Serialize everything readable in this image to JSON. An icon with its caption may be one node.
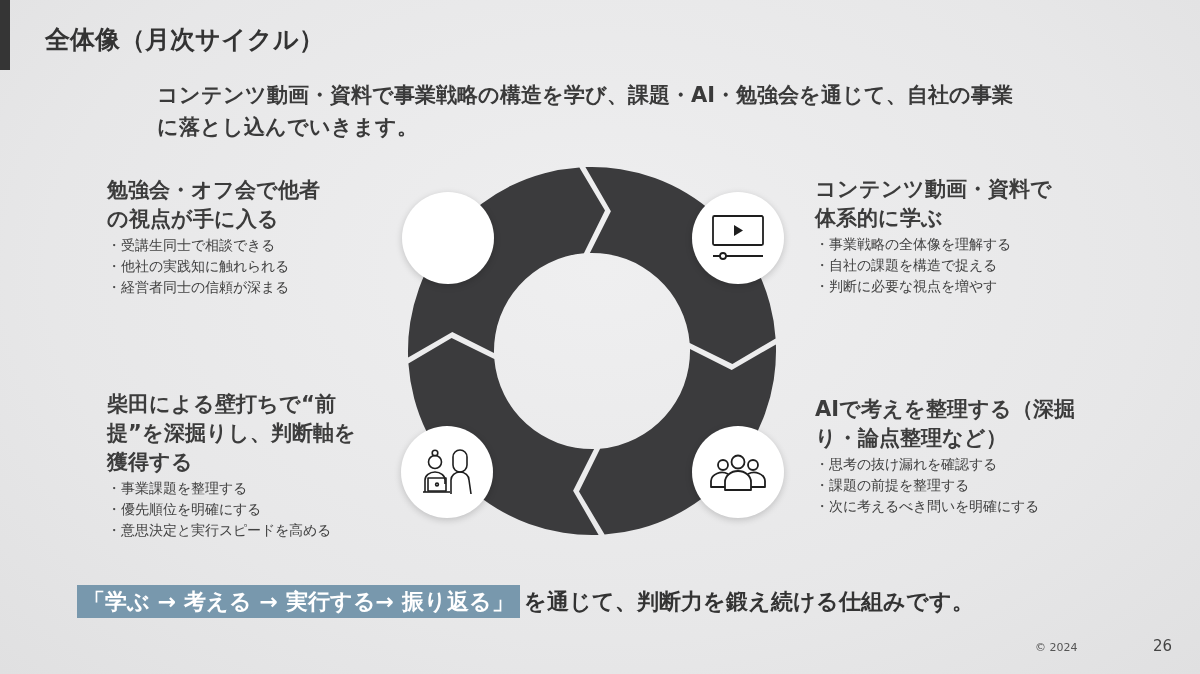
{
  "diagram": {
    "title": "全体像（月次サイクル）",
    "nodes": [
      {
        "text": [],
        "shape": "circle",
        "beside": [
          "勉強会・オフ会で他者の視点が手に入る",
          "・受講生同士で相談できる",
          "・他社の実践知に触れられる",
          "・経営者同士の信頼が深まる"
        ]
      },
      {
        "text": [],
        "shape": "circle",
        "beside": [
          "コンテンツ動画・資料で体系的に学ぶ",
          "・事業戦略の全体像を理解する",
          "・自社の課題を構造で捉える",
          "・判断に必要な視点を増やす"
        ]
      },
      {
        "text": [],
        "shape": "circle",
        "beside": [
          "柴田による壁打ちで“前提”を深掘りし、判断軸を獲得する",
          "・事業課題を整理する",
          "・優先順位を明確にする",
          "・意思決定と実行スピードを高める"
        ]
      },
      {
        "text": [],
        "shape": "circle",
        "beside": [
          "AIで考えを整理する（深掘り・論点整理など）",
          "・思考の抜け漏れを確認する",
          "・課題の前提を整理する",
          "・次に考えるべき問いを明確にする"
        ]
      },
      {
        "text": [
          "「学ぶ → 考える → 実行する→ 振り返る」"
        ],
        "beside": [
          "を通じて、判断力を鍛え続ける仕組みです。"
        ]
      }
    ],
    "labels": [
      "コンテンツ動画・資料で事業戦略の構造を学び、課題・AI・勉強会を通じて、自社の事業に落とし込んでいきます。",
      "© 2024",
      "26"
    ]
  }
}
